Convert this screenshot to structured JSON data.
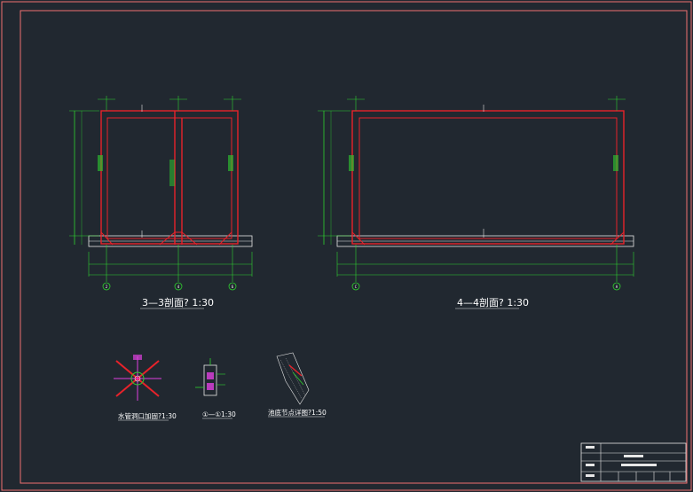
{
  "drawing": {
    "frame_color": "#f07070",
    "steel_color": "#e8222a",
    "dimension_color": "#2fd12f",
    "text_color": "#ffffff",
    "background": "#212830"
  },
  "section_3": {
    "caption": "3—3剖面? 1:30",
    "axis_labels": [
      "2",
      "4",
      "6"
    ]
  },
  "section_4": {
    "caption": "4—4剖面? 1:30",
    "axis_labels": [
      "C",
      "A"
    ]
  },
  "details": {
    "detail_a": "水管洞口加固?1:30",
    "detail_b": "①—①1:30",
    "detail_c": "池底节点详图?1:50"
  }
}
